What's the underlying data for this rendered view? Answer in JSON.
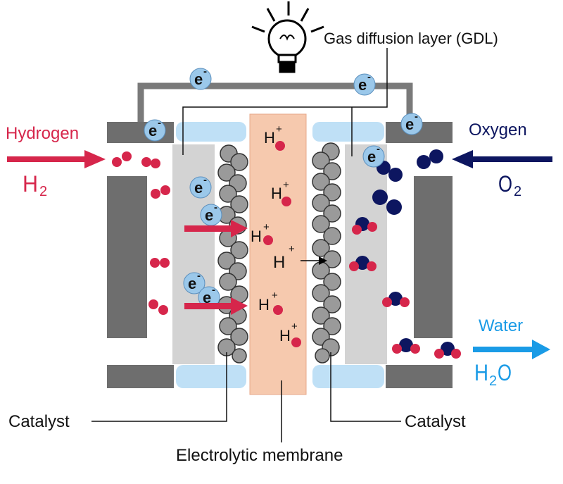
{
  "labels": {
    "gdl": "Gas diffusion layer (GDL)",
    "hydrogen": "Hydrogen",
    "oxygen": "Oxygen",
    "water": "Water",
    "catalyst_left": "Catalyst",
    "catalyst_right": "Catalyst",
    "membrane": "Electrolytic membrane"
  },
  "formulas": {
    "h2": {
      "base": "H",
      "sub": "2"
    },
    "o2": {
      "base": "O",
      "sub": "2"
    },
    "h2o": {
      "base": "H",
      "sub": "2",
      "tail": "O"
    }
  },
  "symbols": {
    "electron": {
      "base": "e",
      "sup": "-"
    },
    "proton": {
      "base": "H",
      "sup": "+"
    }
  },
  "colors": {
    "hydrogen": "#d6264b",
    "oxygen": "#0d1660",
    "water": "#1a9be6",
    "membrane": "#f6c9ae",
    "gdl": "#d3d3d3",
    "plate": "#6e6e6e",
    "channel": "#bfe0f6",
    "electron": "#9bc8ea",
    "catalyst": "#999999"
  },
  "icons": [
    "light-bulb-icon",
    "arrow-right-icon",
    "arrow-left-icon"
  ]
}
